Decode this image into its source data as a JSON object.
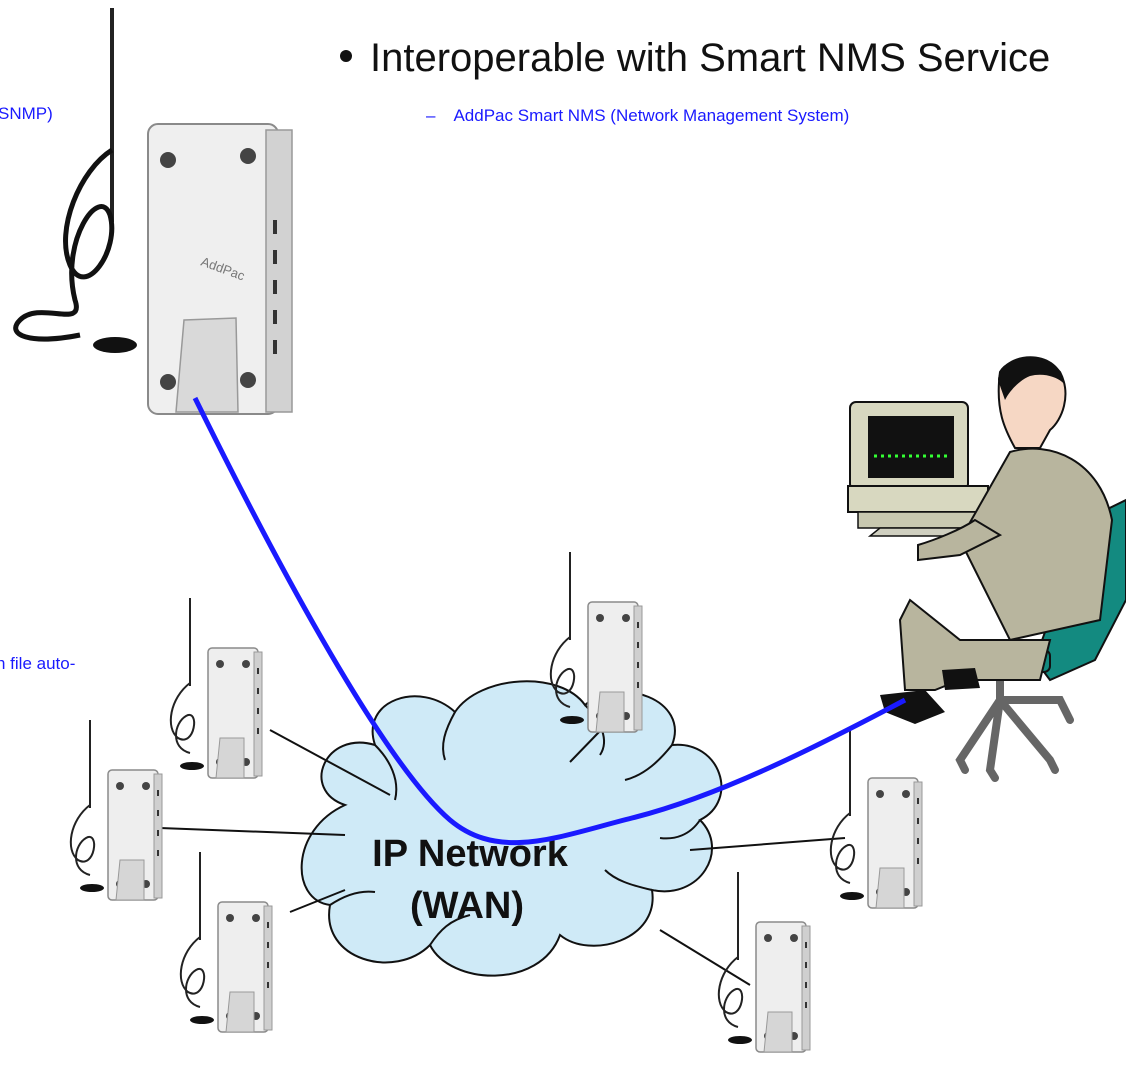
{
  "heading": "Interoperable with Smart NMS Service",
  "subheading": "AddPac Smart NMS (Network Management System)",
  "left_fragment_1": "SNMP)",
  "left_fragment_2": "n file auto-",
  "cloud": {
    "line1": "IP Network",
    "line2": "(WAN)"
  },
  "device_brand": "AddPac",
  "colors": {
    "link": "#1a1aff",
    "cloud_fill": "#cfeaf7",
    "monitor_trace": "#33ff33"
  }
}
